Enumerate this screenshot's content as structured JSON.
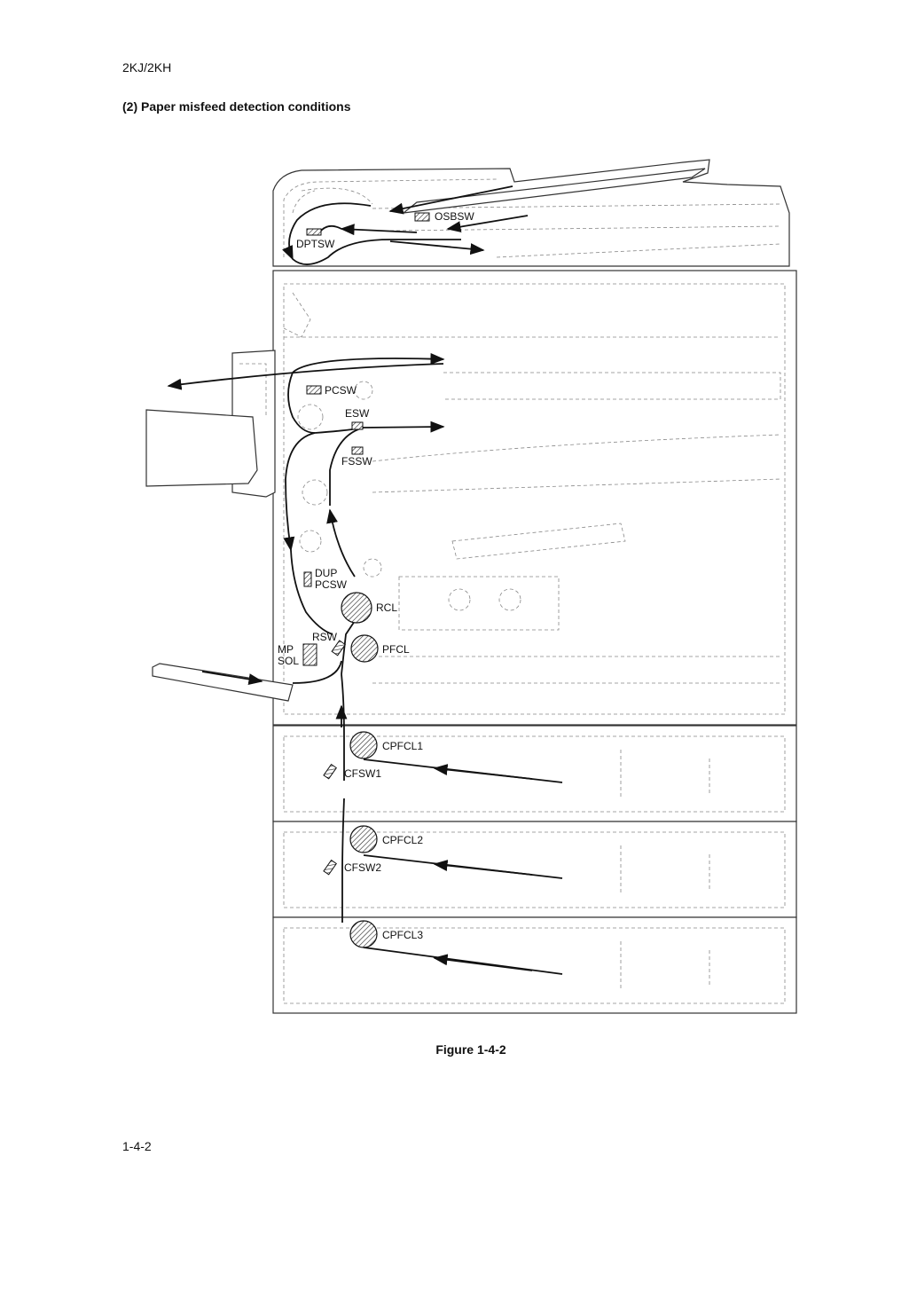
{
  "header": {
    "model": "2KJ/2KH"
  },
  "section": {
    "title": "(2) Paper misfeed detection conditions"
  },
  "diagram": {
    "labels": {
      "osbsw": "OSBSW",
      "dptsw": "DPTSW",
      "pcsw": "PCSW",
      "esw": "ESW",
      "fssw": "FSSW",
      "dup": "DUP",
      "pcsw2": "PCSW",
      "rcl": "RCL",
      "rsw": "RSW",
      "mp": "MP",
      "sol": "SOL",
      "pfcl": "PFCL",
      "cpfcl1": "CPFCL1",
      "cfsw1": "CFSW1",
      "cpfcl2": "CPFCL2",
      "cfsw2": "CFSW2",
      "cpfcl3": "CPFCL3"
    }
  },
  "figure": {
    "caption": "Figure 1-4-2"
  },
  "footer": {
    "page": "1-4-2"
  }
}
